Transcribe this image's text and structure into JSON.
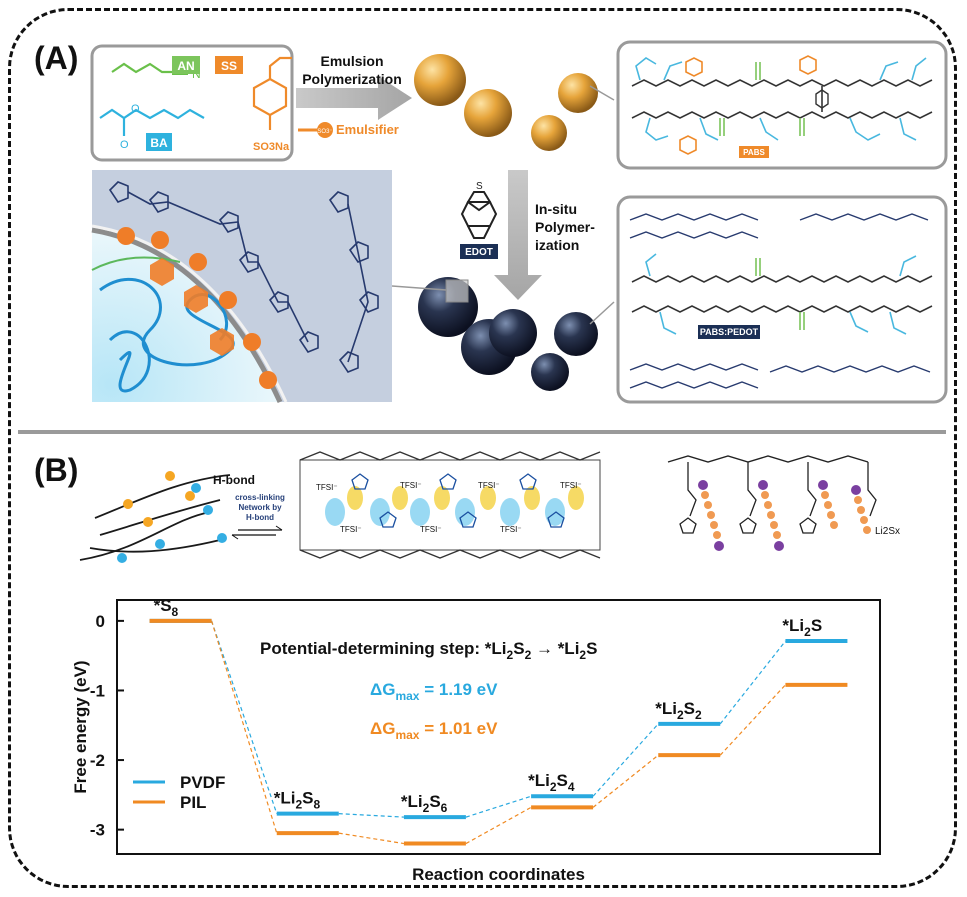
{
  "panel_a": {
    "label": "(A)",
    "monomer_an": "AN",
    "monomer_ss": "SS",
    "monomer_ba": "BA",
    "so3na": "SO3Na",
    "emulsifier": "Emulsifier",
    "emulsifier_head": "SO3⁻",
    "step1_line1": "Emulsion",
    "step1_line2": "Polymerization",
    "edot": "EDOT",
    "step2_line1": "In-situ",
    "step2_line2": "Polymer-",
    "step2_line3": "ization",
    "pabs": "PABS",
    "pabs_pedot": "PABS:PEDOT",
    "so3_label": "SO3⁻"
  },
  "panel_b": {
    "label": "(B)",
    "hbond": "H-bond",
    "crosslink_line1": "cross-linking",
    "crosslink_line2": "Network by",
    "crosslink_line3": "H-bond",
    "tfsi": "TFSI⁻",
    "li2sx": "Li2Sx"
  },
  "chart_data": {
    "type": "line",
    "subtype": "free-energy step diagram",
    "ylabel": "Free energy (eV)",
    "xlabel": "Reaction coordinates",
    "ylim": [
      -3.35,
      0.3
    ],
    "yticks": [
      0,
      -1,
      -2,
      -3
    ],
    "categories": [
      "*S8",
      "*Li2S8",
      "*Li2S6",
      "*Li2S4",
      "*Li2S2",
      "*Li2S"
    ],
    "series": [
      {
        "name": "PVDF",
        "color": "#29a9df",
        "values": [
          0,
          -2.77,
          -2.82,
          -2.52,
          -1.48,
          -0.29
        ]
      },
      {
        "name": "PIL",
        "color": "#f08a22",
        "values": [
          0,
          -3.05,
          -3.2,
          -2.68,
          -1.93,
          -0.92
        ]
      }
    ],
    "annotations": {
      "pds_text": "Potential-determining step: *Li2S2 → *Li2S",
      "pds_prefix": "Potential-determining step: ",
      "dg_pvdf": "ΔGmax = 1.19 eV",
      "dg_pil": "ΔGmax = 1.01 eV",
      "dg_symbol": "ΔG",
      "dg_sub": "max",
      "dg_pvdf_value": " = 1.19 eV",
      "dg_pil_value": " = 1.01 eV"
    },
    "legend_placement": "bottom-left"
  }
}
